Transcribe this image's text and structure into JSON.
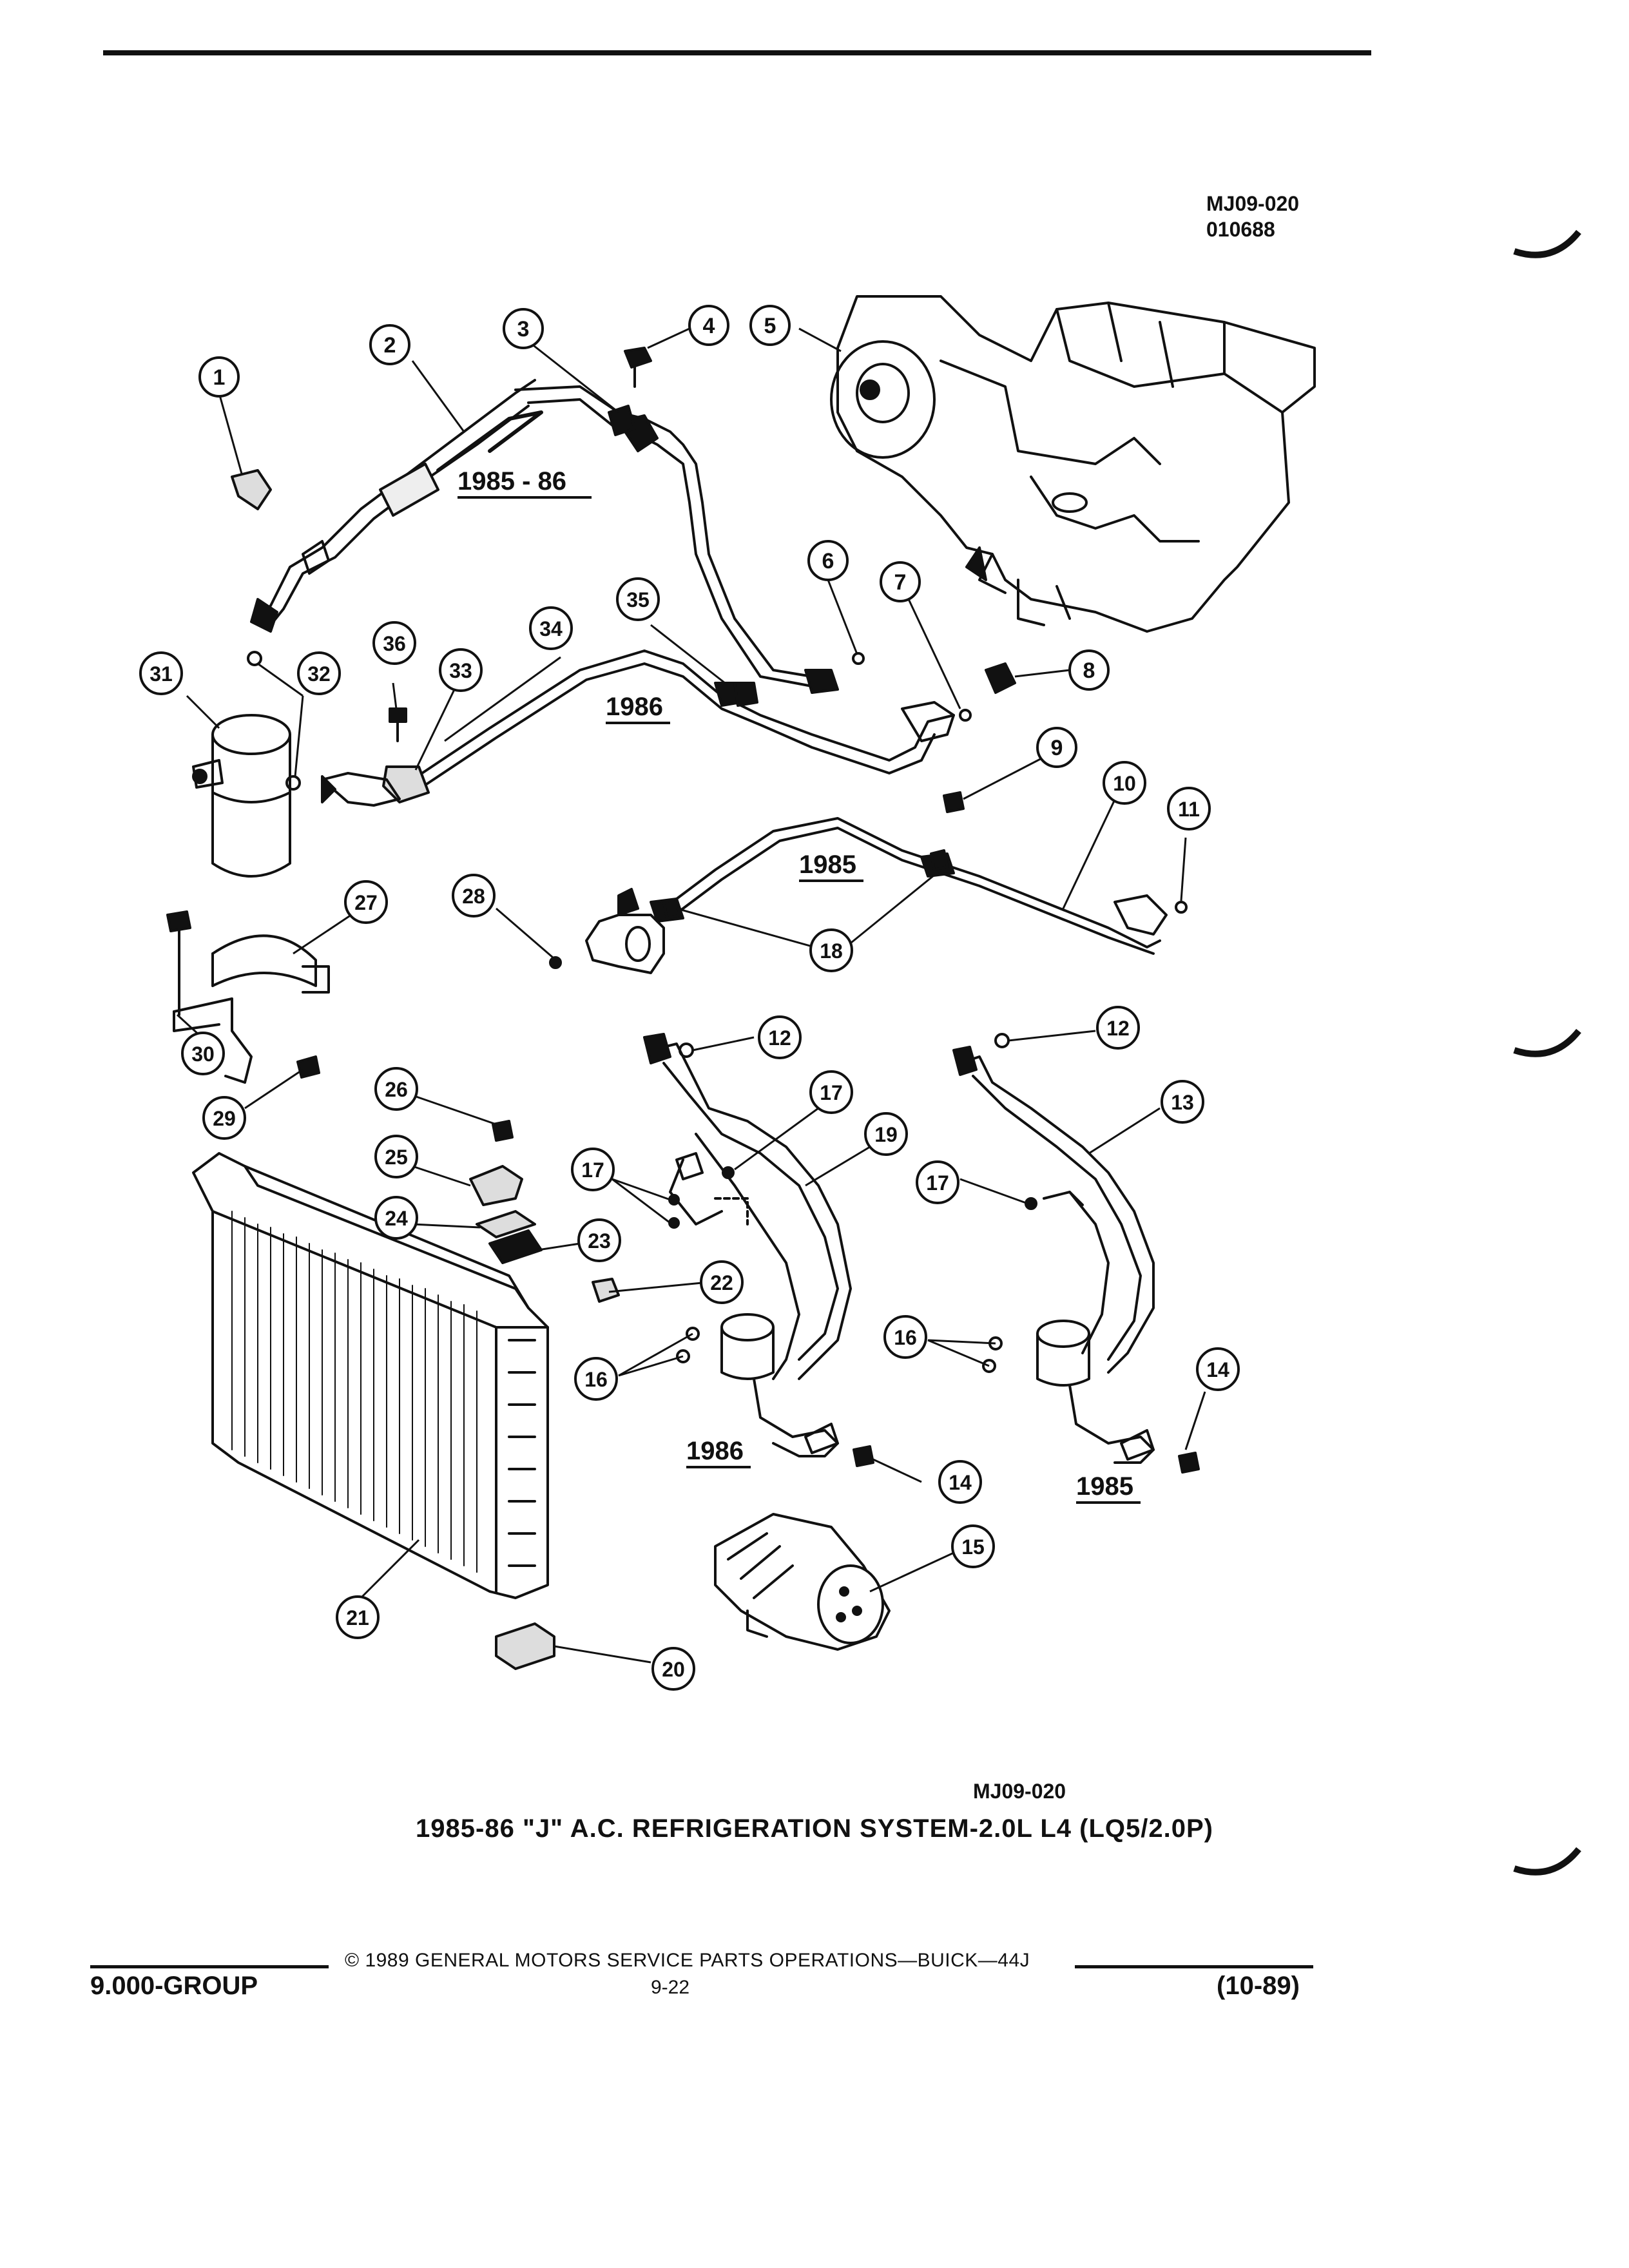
{
  "header": {
    "code_line1": "MJ09-020",
    "code_line2": "010688"
  },
  "diagram": {
    "year_labels": {
      "upper_1985_86": "1985 - 86",
      "mid_1986": "1986",
      "mid_1985": "1985",
      "lower_1986": "1986",
      "lower_1985": "1985"
    },
    "callouts": [
      {
        "n": "1"
      },
      {
        "n": "2"
      },
      {
        "n": "3"
      },
      {
        "n": "4"
      },
      {
        "n": "5"
      },
      {
        "n": "6"
      },
      {
        "n": "7"
      },
      {
        "n": "8"
      },
      {
        "n": "9"
      },
      {
        "n": "10"
      },
      {
        "n": "11"
      },
      {
        "n": "12"
      },
      {
        "n": "12"
      },
      {
        "n": "13"
      },
      {
        "n": "14"
      },
      {
        "n": "14"
      },
      {
        "n": "15"
      },
      {
        "n": "16"
      },
      {
        "n": "16"
      },
      {
        "n": "17"
      },
      {
        "n": "17"
      },
      {
        "n": "17"
      },
      {
        "n": "18"
      },
      {
        "n": "19"
      },
      {
        "n": "20"
      },
      {
        "n": "21"
      },
      {
        "n": "22"
      },
      {
        "n": "23"
      },
      {
        "n": "24"
      },
      {
        "n": "25"
      },
      {
        "n": "26"
      },
      {
        "n": "27"
      },
      {
        "n": "28"
      },
      {
        "n": "29"
      },
      {
        "n": "30"
      },
      {
        "n": "31"
      },
      {
        "n": "32"
      },
      {
        "n": "33"
      },
      {
        "n": "34"
      },
      {
        "n": "35"
      },
      {
        "n": "36"
      }
    ]
  },
  "caption": {
    "code": "MJ09-020",
    "title": "1985-86 \"J\" A.C. REFRIGERATION SYSTEM-2.0L L4 (LQ5/2.0P)"
  },
  "footer": {
    "copyright": "© 1989 GENERAL MOTORS SERVICE PARTS OPERATIONS—BUICK—44J",
    "group": "9.000-GROUP",
    "page": "9-22",
    "date": "(10-89)"
  }
}
